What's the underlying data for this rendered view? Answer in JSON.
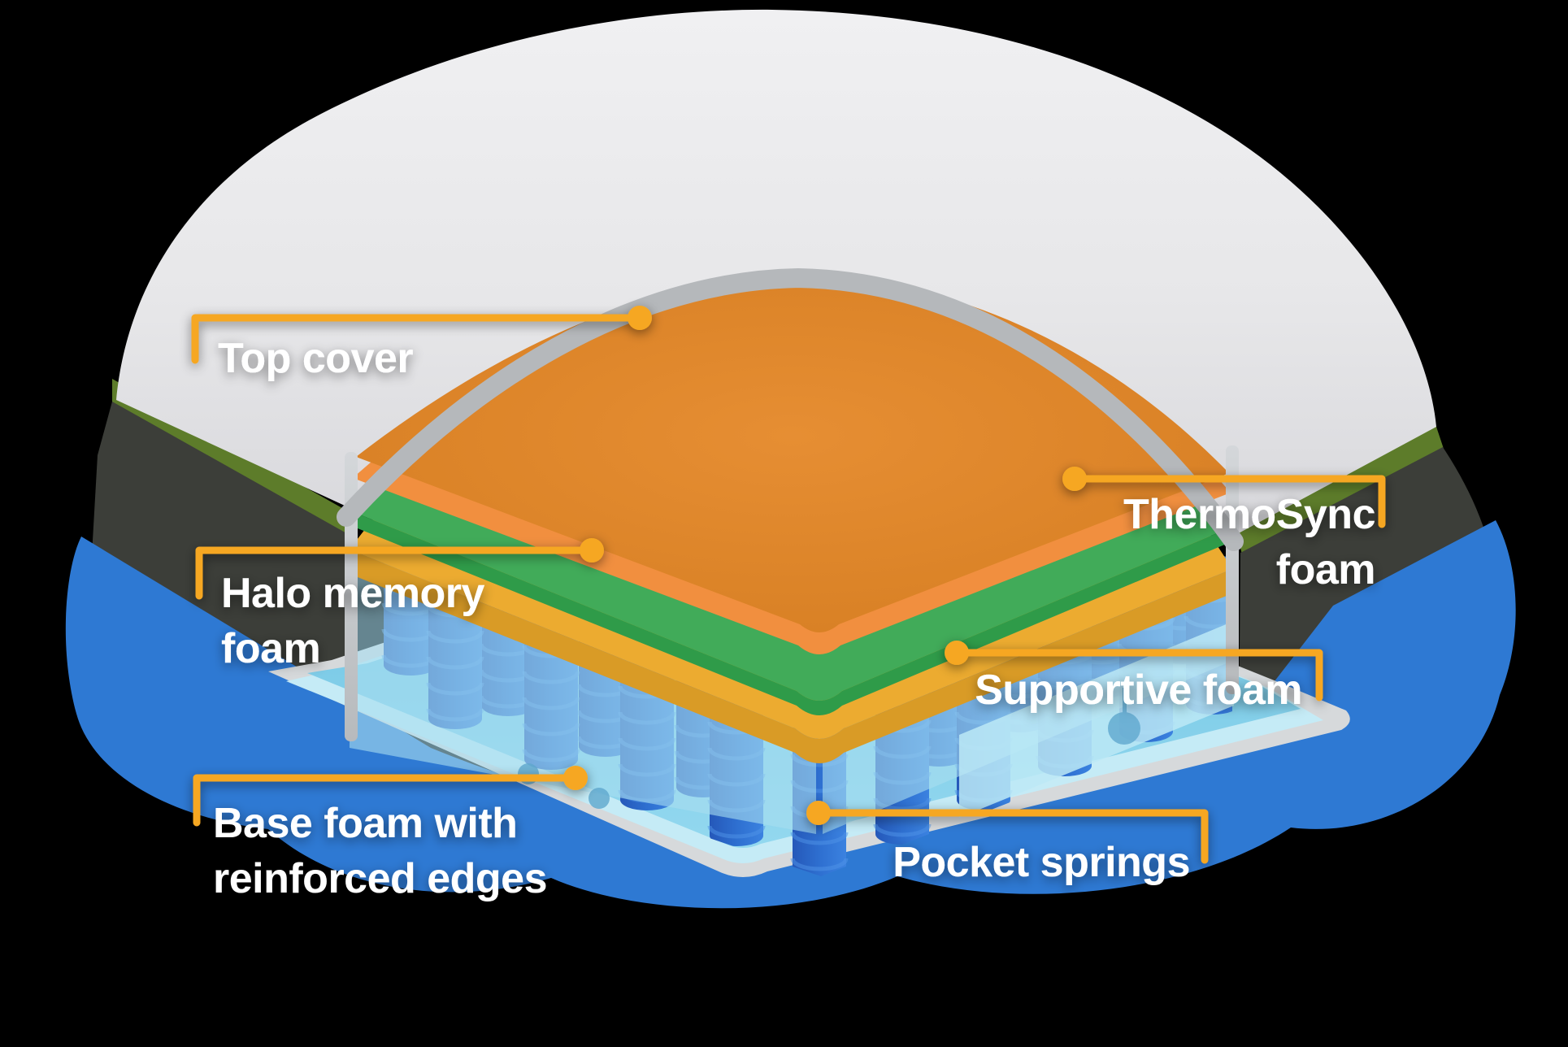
{
  "title": "Mattress layers cutaway diagram",
  "colors": {
    "background": "#000000",
    "accent": "#F6A722",
    "cover_white": "#E9E9EB",
    "cover_shade": "#DCDCE0",
    "rim_grey": "#B5B8BB",
    "wall_grey": "#C9CCD0",
    "trim_olive": "#5D7C2A",
    "side_charcoal": "#3C3E39",
    "blob_blue": "#2E79D3",
    "thermosync_orange": "#E28A2E",
    "thermosync_orange_edge": "#F18F3F",
    "halo_green": "#41AB59",
    "halo_green_edge": "#2F9B49",
    "supportive_gold": "#ECAB30",
    "supportive_gold_edge": "#D99B26",
    "spring_blue": "#2B6CCB",
    "spring_stripe_blue": "#4F93E8",
    "encasement_blue": "#A8DEF0",
    "base_floor_blue": "#7ECDEA",
    "base_rim_grey": "#D6D9DB",
    "label_text": "#FFFFFF"
  },
  "labels": {
    "top_cover": {
      "text": "Top cover"
    },
    "thermosync": {
      "line1": "ThermoSync",
      "line2": "foam"
    },
    "halo": {
      "line1": "Halo memory",
      "line2": "foam"
    },
    "supportive": {
      "text": "Supportive foam"
    },
    "base": {
      "line1": "Base foam with",
      "line2": "reinforced edges"
    },
    "pocket": {
      "text": "Pocket springs"
    }
  },
  "diagram": {
    "type": "mattress-cutaway",
    "layers_top_to_bottom": [
      {
        "label": "Top cover",
        "color": "#E9E9EB"
      },
      {
        "label": "ThermoSync foam",
        "color": "#E28A2E"
      },
      {
        "label": "Halo memory foam",
        "color": "#41AB59"
      },
      {
        "label": "Supportive foam",
        "color": "#ECAB30"
      },
      {
        "label": "Pocket springs",
        "color": "#2B6CCB"
      },
      {
        "label": "Base foam with reinforced edges",
        "color": "#7ECDEA"
      }
    ]
  }
}
